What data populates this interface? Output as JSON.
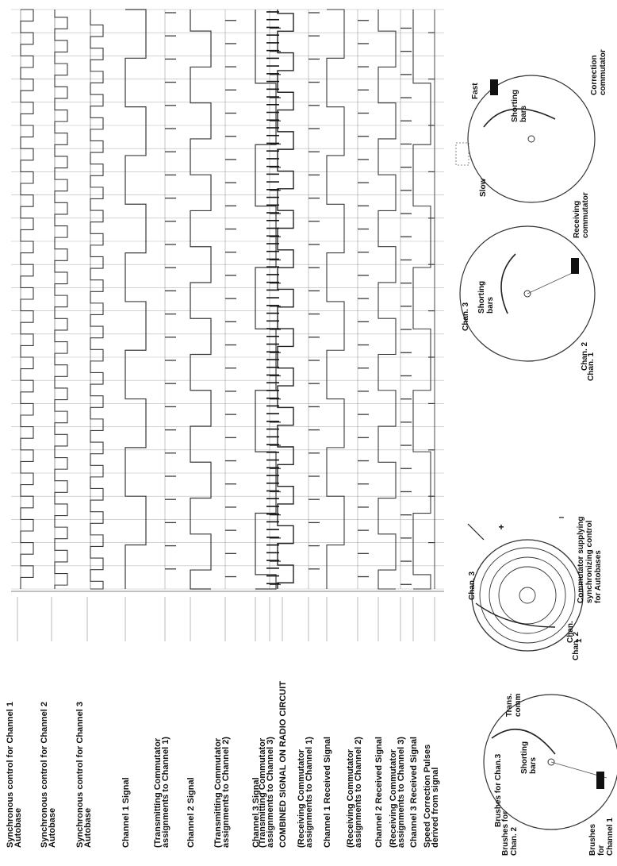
{
  "rows": [
    {
      "label": [
        "Synchronous control for Channel 1",
        "Autobase"
      ]
    },
    {
      "label": [
        "Synchronous control for Channel 2",
        "Autobase"
      ]
    },
    {
      "label": [
        "Synchronous control for Channel 3",
        "Autobase"
      ]
    },
    {
      "label": [
        "Channel 1 Signal"
      ]
    },
    {
      "label": [
        "(Transmitting Commutator",
        "assignments to Channel 1)"
      ]
    },
    {
      "label": [
        "Channel 2 Signal"
      ]
    },
    {
      "label": [
        "(Transmitting Commutator",
        "assignments to Channel 2)"
      ]
    },
    {
      "label": [
        "Channel 3 Signal"
      ]
    },
    {
      "label": [
        "(Transmitting Commutator",
        "assignments to Channel 3)"
      ]
    },
    {
      "label": [
        "COMBINED SIGNAL ON RADIO CIRCUIT"
      ]
    },
    {
      "label": [
        "(Receiving Commutator",
        "assignments to Channel 1)"
      ]
    },
    {
      "label": [
        "Channel 1 Received Signal"
      ]
    },
    {
      "label": [
        "(Receiving Commutator",
        "assignments to Channel 2)"
      ]
    },
    {
      "label": [
        "Channel 2 Received Signal"
      ]
    },
    {
      "label": [
        "(Receiving Commutator",
        "assignments to Channel 3)"
      ]
    },
    {
      "label": [
        "Channel 3 Received Signal"
      ]
    },
    {
      "label": [
        "Speed Correction Pulses",
        "derived from signal"
      ]
    }
  ],
  "transmitter": {
    "brushes_chan3": "Brushes for Chan.3",
    "brushes_chan2": [
      "Brushes for",
      "Chan. 2"
    ],
    "brushes_chan1": [
      "Brushes",
      "for",
      "Channel 1"
    ],
    "shorting_bars": [
      "Shorting",
      "bars"
    ],
    "trans_comm": [
      "Trans.",
      "comm"
    ]
  },
  "sync_commutator": {
    "chan1": [
      "Chan.",
      "1"
    ],
    "chan2": "Chan. 2",
    "chan3": "Chan. 3",
    "plus": "+",
    "minus": "–",
    "caption": [
      "Commutator supplying",
      "synchronizing control",
      "for Autobases"
    ]
  },
  "receiver": {
    "chan1": "Chan. 1",
    "chan2": "Chan. 2",
    "chan3": "Chan. 3",
    "shorting_bars": [
      "Shorting",
      "bars"
    ],
    "caption": [
      "Receiving",
      "commutator"
    ]
  },
  "correction": {
    "fast": "Fast",
    "slow": "Slow",
    "shorting_bars": [
      "Shorting",
      "bars"
    ],
    "caption": [
      "Correction",
      "commutator"
    ]
  }
}
